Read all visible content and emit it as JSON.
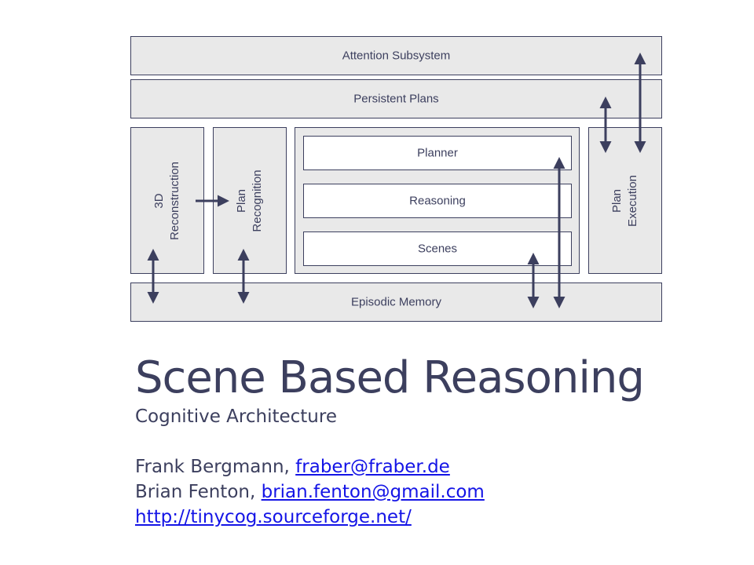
{
  "diagram": {
    "attention": "Attention Subsystem",
    "persistent_plans": "Persistent Plans",
    "reconstruction": [
      "3D",
      "Reconstruction"
    ],
    "plan_recognition": [
      "Plan",
      "Recognition"
    ],
    "planner": "Planner",
    "reasoning": "Reasoning",
    "scenes": "Scenes",
    "plan_execution": [
      "Plan",
      "Execution"
    ],
    "episodic_memory": "Episodic Memory",
    "colors": {
      "stroke": "#3c3f5e",
      "fill": "#e9e9e9"
    }
  },
  "slide": {
    "title": "Scene Based Reasoning",
    "subtitle": "Cognitive Architecture",
    "author1_name": "Frank Bergmann, ",
    "author1_email": "fraber@fraber.de",
    "author2_name": "Brian Fenton, ",
    "author2_email": "brian.fenton@gmail.com",
    "url": "http://tinycog.sourceforge.net/",
    "link_color": "#1414e6"
  }
}
